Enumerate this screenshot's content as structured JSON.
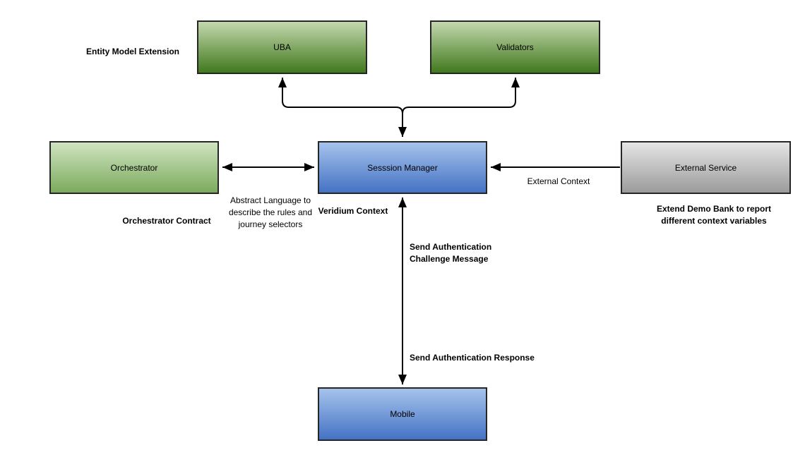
{
  "diagram": {
    "title": "Veridium context / session manager architecture diagram",
    "background": "#ffffff",
    "nodes": {
      "uba": {
        "label": "UBA",
        "style": "green-dark"
      },
      "validators": {
        "label": "Validators",
        "style": "green-dark"
      },
      "orchestrator": {
        "label": "Orchestrator",
        "style": "green-light"
      },
      "session_manager": {
        "label": "Sesssion Manager",
        "style": "blue"
      },
      "external_service": {
        "label": "External Service",
        "style": "gray"
      },
      "mobile": {
        "label": "Mobile",
        "style": "blue"
      }
    },
    "captions": {
      "entity_model_extension": "Entity Model Extension",
      "orchestrator_contract": "Orchestrator Contract",
      "abstract_language": "Abstract Language to describe the rules and journey selectors",
      "veridium_context": "Veridium Context",
      "external_context": "External Context",
      "extend_demo_bank": "Extend Demo Bank to report different context variables",
      "send_auth_challenge": "Send Authentication Challenge Message",
      "send_auth_response": "Send Authentication Response"
    },
    "edges": [
      {
        "from": "session_manager",
        "to": "uba",
        "arrowheads": "both",
        "routing": "orthogonal-rounded"
      },
      {
        "from": "session_manager",
        "to": "validators",
        "arrowheads": "both",
        "routing": "orthogonal-rounded"
      },
      {
        "from": "orchestrator",
        "to": "session_manager",
        "arrowheads": "both",
        "label": "Abstract Language to describe the rules and journey selectors"
      },
      {
        "from": "external_service",
        "to": "session_manager",
        "arrowheads": "end",
        "label": "External Context"
      },
      {
        "from": "session_manager",
        "to": "mobile",
        "arrowheads": "both",
        "labels": [
          "Send Authentication Challenge Message",
          "Send Authentication Response"
        ]
      }
    ],
    "colors": {
      "green_dark_top": "#c3d8ae",
      "green_dark_bottom": "#41791d",
      "green_light_top": "#cfe3c1",
      "green_light_bottom": "#7cab5d",
      "blue_top": "#a6c3ec",
      "blue_bottom": "#4472c4",
      "gray_top": "#e5e5e5",
      "gray_bottom": "#9b9b9b",
      "border": "#262626",
      "line": "#000000",
      "text": "#000000"
    }
  }
}
